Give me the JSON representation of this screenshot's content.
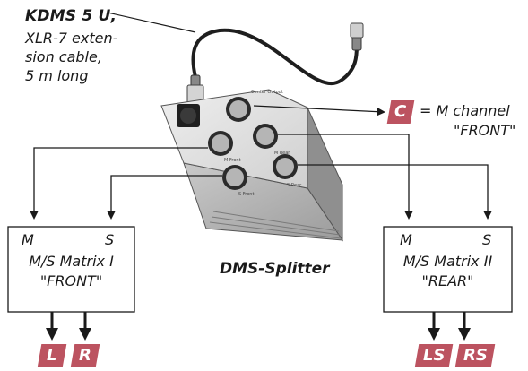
{
  "cable": {
    "title": "KDMS 5 U,",
    "description": "XLR-7 exten-\nsion cable,\n5 m long"
  },
  "splitter": {
    "label": "DMS-Splitter",
    "panel_labels": [
      "Center Output",
      "M Front",
      "M Rear",
      "S Front",
      "S Rear"
    ]
  },
  "center_output": {
    "badge": "C",
    "desc_line1": "= M channel",
    "desc_line2": "\"FRONT\""
  },
  "matrix_front": {
    "m": "M",
    "s": "S",
    "title": "M/S Matrix I",
    "subtitle": "\"FRONT\"",
    "outputs": [
      "L",
      "R"
    ]
  },
  "matrix_rear": {
    "m": "M",
    "s": "S",
    "title": "M/S Matrix II",
    "subtitle": "\"REAR\"",
    "outputs": [
      "LS",
      "RS"
    ]
  },
  "colors": {
    "badge": "#bc5360",
    "line": "#1a1a1a",
    "box_fill": "#d8d8d8"
  }
}
